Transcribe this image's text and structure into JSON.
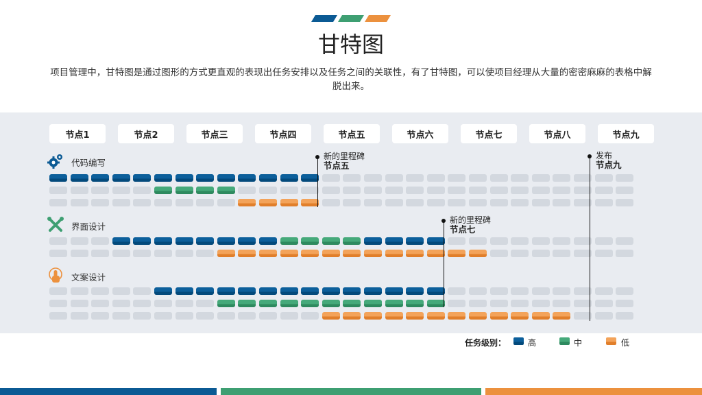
{
  "title": "甘特图",
  "description": "项目管理中，甘特图是通过图形的方式更直观的表现出任务安排以及任务之间的关联性，有了甘特图，可以使项目经理从大量的密密麻麻的表格中解脱出来。",
  "nodes": [
    "节点1",
    "节点2",
    "节点三",
    "节点四",
    "节点五",
    "节点六",
    "节点七",
    "节点八",
    "节点九"
  ],
  "colors": {
    "high": "#0b5a94",
    "mid": "#3e9f72",
    "low": "#ec913e",
    "empty": "#d3d8df",
    "panel": "#e9ecf1"
  },
  "sections": [
    {
      "label": "代码编写",
      "icon": "gears-icon",
      "rows": [
        [
          1,
          1,
          1,
          1,
          1,
          1,
          1,
          1,
          1,
          1,
          1,
          1,
          1,
          0,
          0,
          0,
          0,
          0,
          0,
          0,
          0,
          0,
          0,
          0,
          0,
          0,
          0,
          0
        ],
        [
          0,
          0,
          0,
          0,
          0,
          2,
          2,
          2,
          2,
          0,
          0,
          0,
          0,
          0,
          0,
          0,
          0,
          0,
          0,
          0,
          0,
          0,
          0,
          0,
          0,
          0,
          0,
          0
        ],
        [
          0,
          0,
          0,
          0,
          0,
          0,
          0,
          0,
          0,
          3,
          3,
          3,
          3,
          0,
          0,
          0,
          0,
          0,
          0,
          0,
          0,
          0,
          0,
          0,
          0,
          0,
          0,
          0
        ]
      ]
    },
    {
      "label": "界面设计",
      "icon": "tools-icon",
      "rows": [
        [
          0,
          0,
          0,
          1,
          1,
          1,
          1,
          1,
          1,
          1,
          1,
          2,
          2,
          2,
          2,
          1,
          1,
          1,
          1,
          0,
          0,
          0,
          0,
          0,
          0,
          0,
          0,
          0
        ],
        [
          0,
          0,
          0,
          0,
          0,
          0,
          0,
          0,
          3,
          3,
          3,
          3,
          3,
          3,
          3,
          3,
          3,
          3,
          3,
          3,
          3,
          0,
          0,
          0,
          0,
          0,
          0,
          0
        ]
      ]
    },
    {
      "label": "文案设计",
      "icon": "hand-pointer-icon",
      "rows": [
        [
          0,
          0,
          0,
          0,
          0,
          1,
          1,
          1,
          1,
          1,
          1,
          1,
          1,
          1,
          1,
          1,
          1,
          1,
          1,
          0,
          0,
          0,
          0,
          0,
          0,
          0,
          0,
          0
        ],
        [
          0,
          0,
          0,
          0,
          0,
          0,
          0,
          0,
          2,
          2,
          2,
          2,
          2,
          2,
          2,
          2,
          2,
          2,
          2,
          0,
          0,
          0,
          0,
          0,
          0,
          0,
          0,
          0
        ],
        [
          0,
          0,
          0,
          0,
          0,
          0,
          0,
          0,
          0,
          0,
          0,
          0,
          0,
          3,
          3,
          3,
          3,
          3,
          3,
          3,
          3,
          3,
          3,
          3,
          3,
          0,
          0,
          0
        ]
      ]
    }
  ],
  "milestones": [
    {
      "line1": "新的里程碑",
      "line2": "节点五"
    },
    {
      "line1": "新的里程碑",
      "line2": "节点七"
    },
    {
      "line1": "发布",
      "line2": "节点九"
    }
  ],
  "legend": {
    "title": "任务级别：",
    "high": "高",
    "mid": "中",
    "low": "低"
  }
}
